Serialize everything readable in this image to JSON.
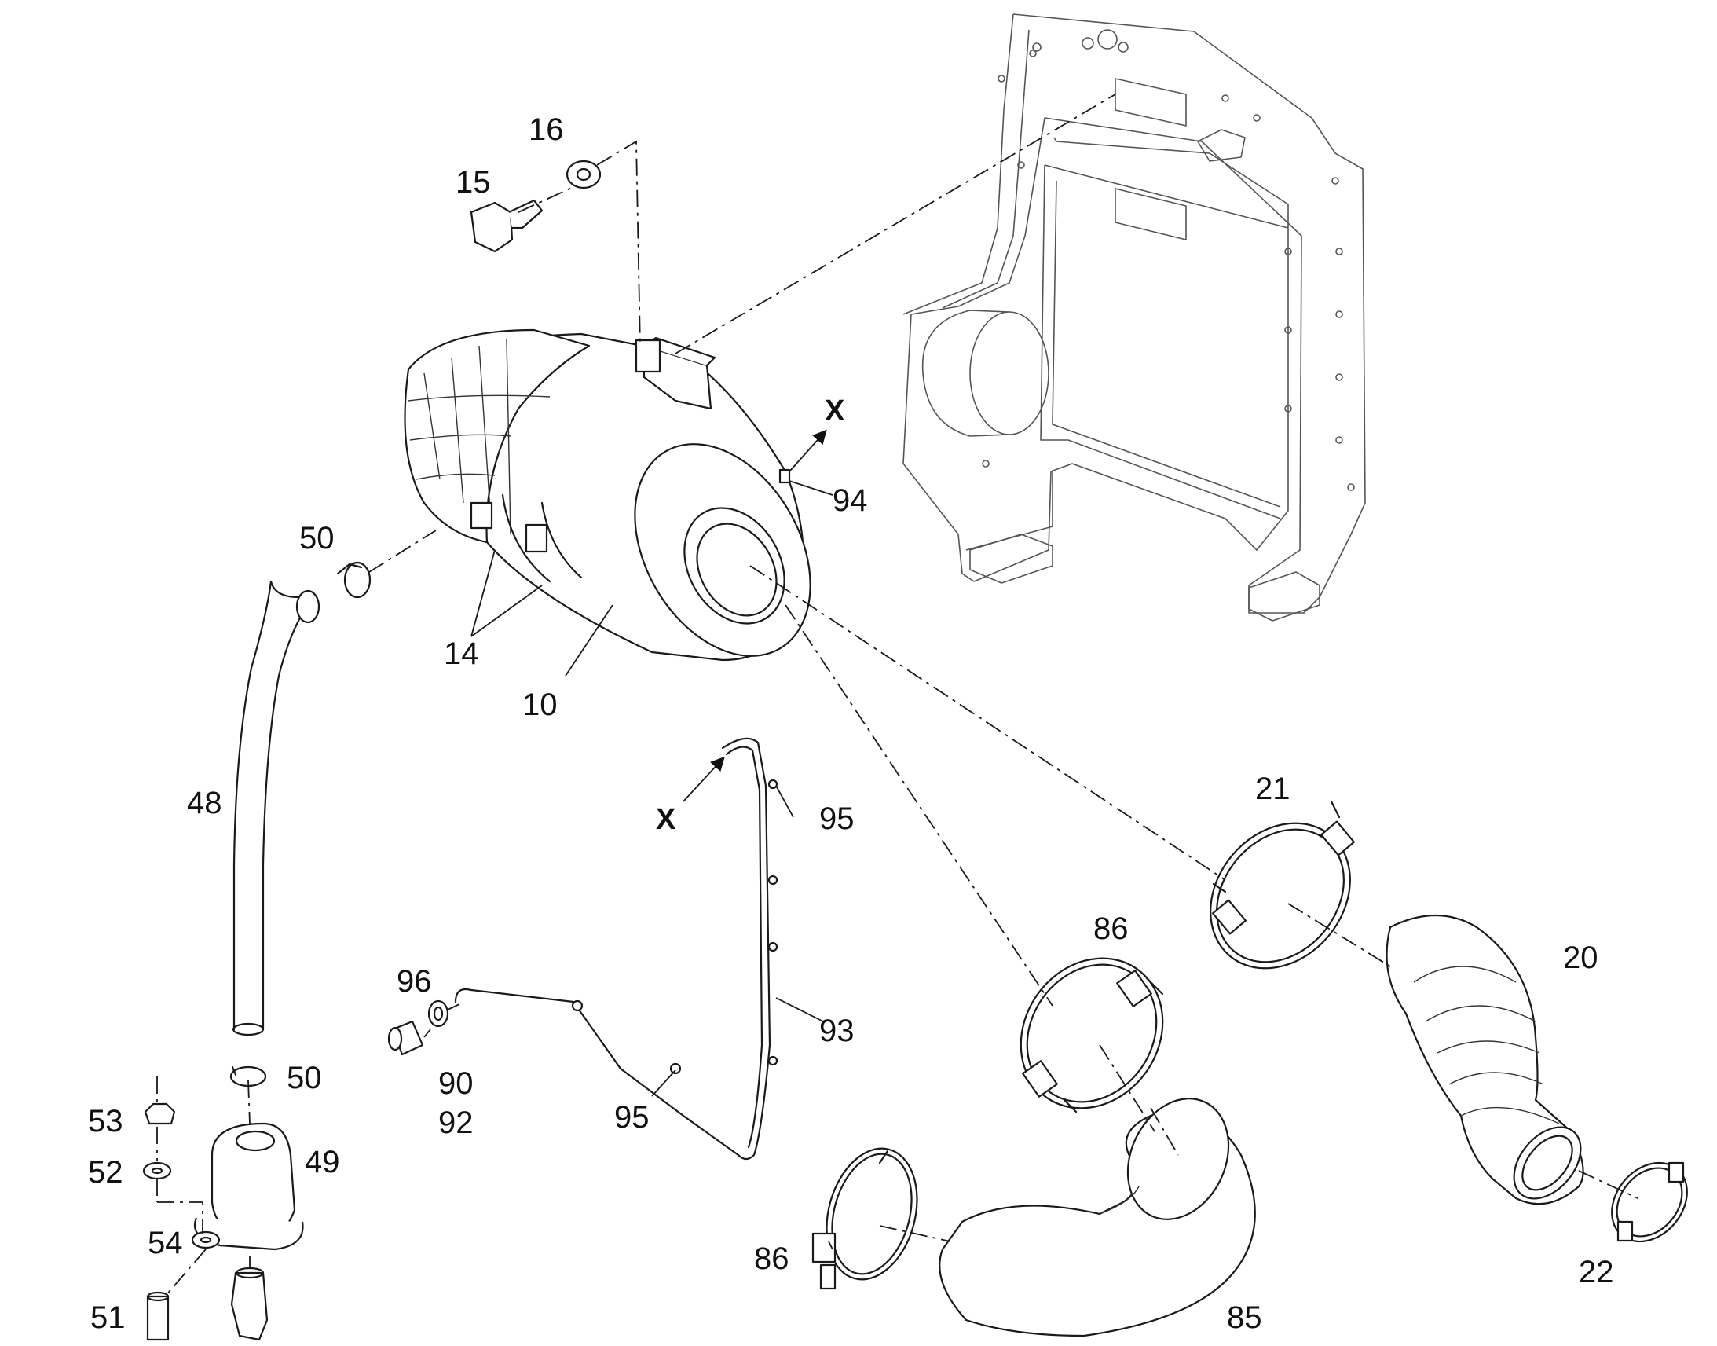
{
  "labels": {
    "p10": "10",
    "p14": "14",
    "p15": "15",
    "p16": "16",
    "p20": "20",
    "p21": "21",
    "p22": "22",
    "p48": "48",
    "p49": "49",
    "p50a": "50",
    "p50b": "50",
    "p51": "51",
    "p52": "52",
    "p53": "53",
    "p54": "54",
    "p85": "85",
    "p86a": "86",
    "p86b": "86",
    "p90": "90",
    "p92": "92",
    "p93": "93",
    "p94": "94",
    "p95a": "95",
    "p95b": "95",
    "p96": "96",
    "xa": "X",
    "xb": "X"
  },
  "icons": {
    "x-reference-arrow": "arrow-icon"
  }
}
